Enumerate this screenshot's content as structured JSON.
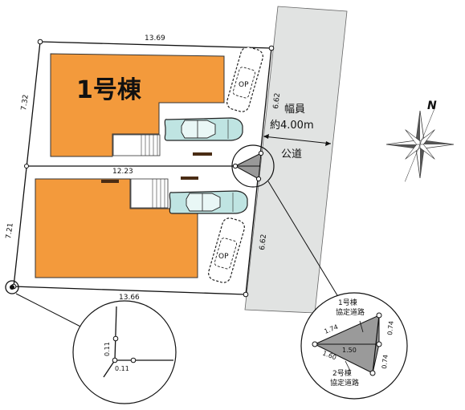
{
  "colors": {
    "building": "#f39a3c",
    "road": "#e1e3e2",
    "car_fill": "#bfe4e2",
    "line": "#111111"
  },
  "buildings": {
    "b1_label": "1号棟",
    "b1_garage_label": "OP",
    "b2_garage_label": "OP"
  },
  "dims": {
    "top": "13.69",
    "left_upper": "7.32",
    "left_lower": "7.21",
    "middle": "12.23",
    "bottom": "13.66",
    "right_upper": "6.62",
    "right_lower": "6.62"
  },
  "road": {
    "width_label_1": "幅員",
    "width_label_2": "約4.00m",
    "name": "公道"
  },
  "corner_detail": {
    "v": "0.11",
    "h": "0.11"
  },
  "cut_detail": {
    "b1_label_1": "1号棟",
    "b1_label_2": "協定道路",
    "b2_label_1": "2号棟",
    "b2_label_2": "協定道路",
    "upper_diag": "1.74",
    "center": "1.50",
    "lower_diag": "1.60",
    "right_upper": "0.74",
    "right_lower": "0.74"
  },
  "compass": {
    "north": "N"
  }
}
